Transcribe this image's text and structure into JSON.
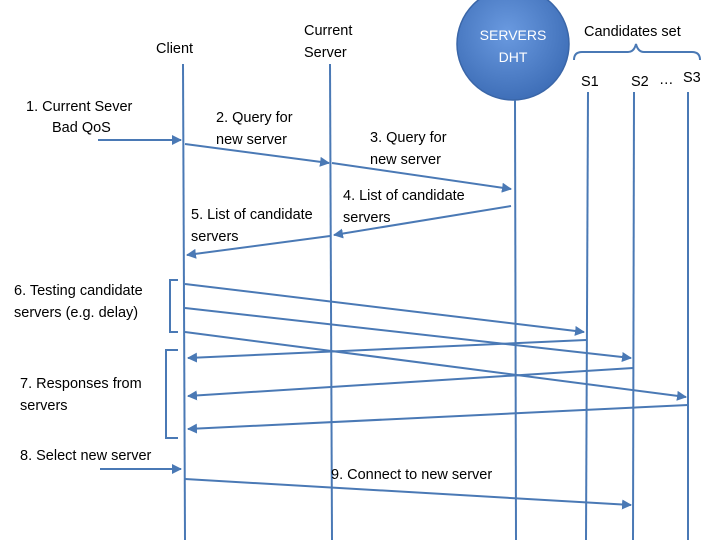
{
  "entities": {
    "client": "Client",
    "current_server": [
      "Current",
      "Server"
    ],
    "dht": [
      "SERVERS",
      "DHT"
    ],
    "candidates_set": "Candidates set",
    "s1": "S1",
    "s2": "S2",
    "ellipsis": "…",
    "s3": "S3"
  },
  "steps": {
    "step1": [
      "1.   Current Sever",
      "Bad QoS"
    ],
    "step2": [
      "2. Query for",
      "new server"
    ],
    "step3": [
      "3. Query for",
      "new server"
    ],
    "step4": [
      "4.  List of candidate",
      "servers"
    ],
    "step5": [
      "5. List of candidate",
      "servers"
    ],
    "step6": [
      "6. Testing candidate",
      "servers (e.g. delay)"
    ],
    "step7": [
      "7. Responses from",
      "servers"
    ],
    "step8": "8. Select new server",
    "step9": "9. Connect to new server"
  },
  "colors": {
    "line": "#4a79b5",
    "dht_fill": "#4a7fc8",
    "text": "#000000"
  }
}
